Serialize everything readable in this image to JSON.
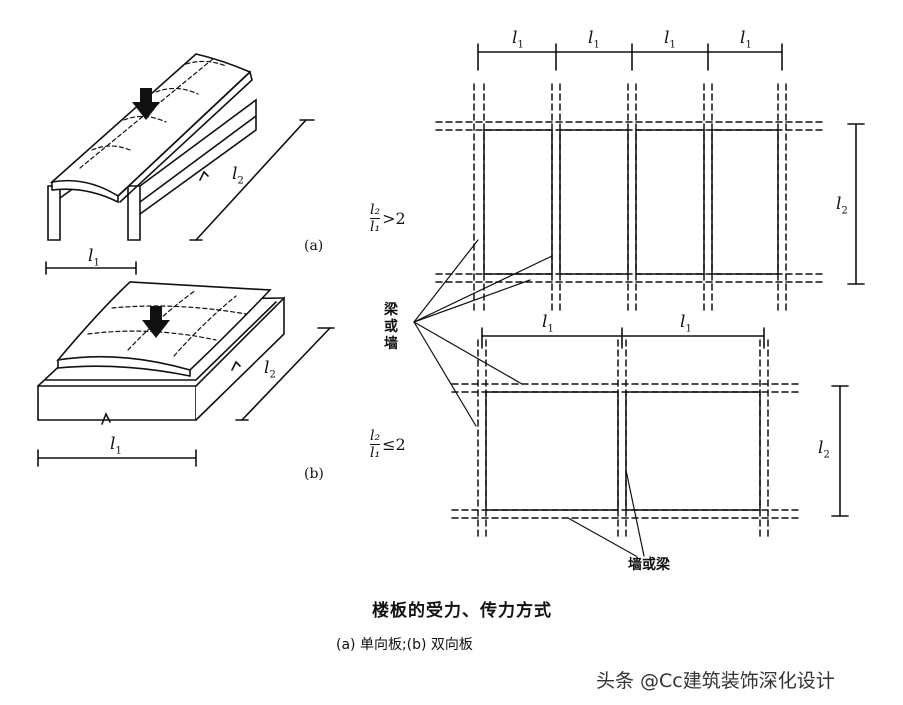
{
  "dims": {
    "l1": "l",
    "l1_sub": "1",
    "l2": "l",
    "l2_sub": "2"
  },
  "panel_labels": {
    "a": "(a)",
    "b": "(b)"
  },
  "ratio_top": {
    "num": "l₂",
    "den": "l₁",
    "rel": ">2"
  },
  "ratio_bottom": {
    "num": "l₂",
    "den": "l₁",
    "rel": "≤2"
  },
  "beam_or_wall": "梁或墙",
  "beam_or_wall_chars": [
    "梁",
    "或",
    "墙"
  ],
  "wall_or_beam": "墙或梁",
  "caption": {
    "title": "楼板的受力、传力方式",
    "subtitle": "(a) 单向板;(b) 双向板"
  },
  "watermark": "头条 @Cc建筑装饰深化设计"
}
